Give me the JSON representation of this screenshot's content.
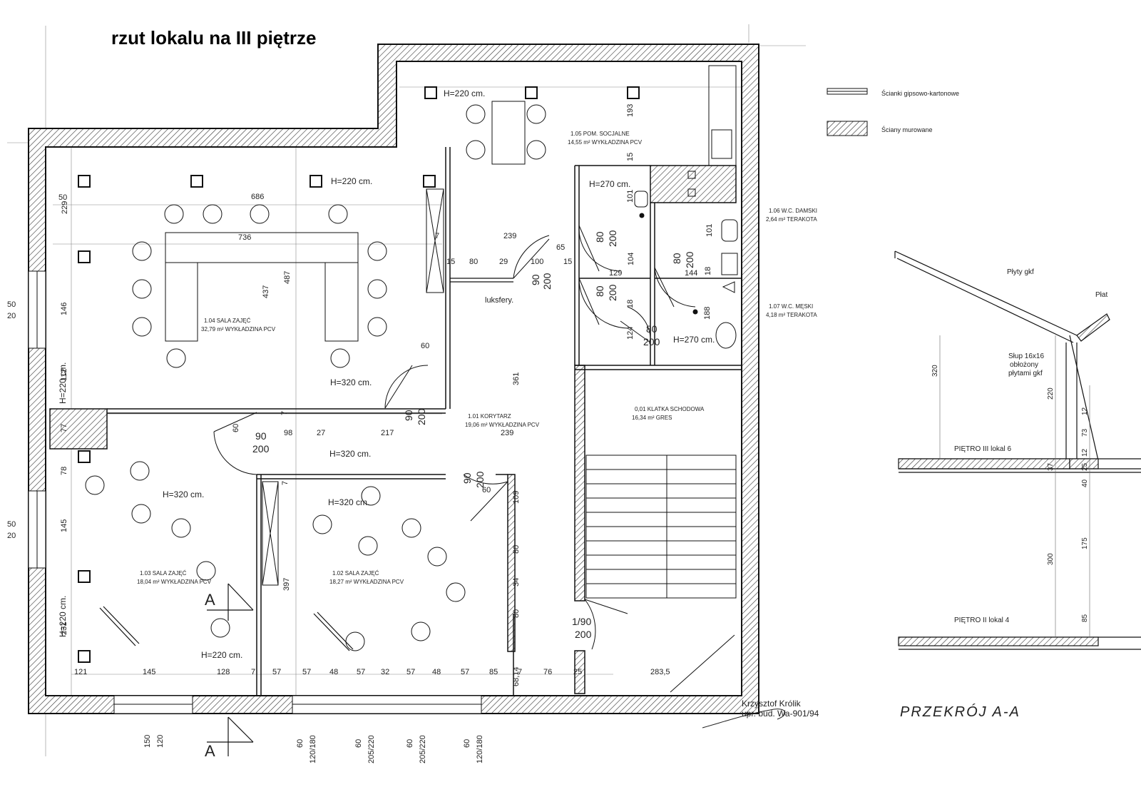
{
  "title": "rzut lokalu na III piętrze",
  "legend": {
    "drywall": "Ścianki gipsowo-kartonowe",
    "masonry": "Ściany murowane"
  },
  "rooms": [
    {
      "id": "104",
      "line1": "1.04  SALA ZAJĘĆ",
      "line2": "32,79 m²  WYKŁADZINA PCV"
    },
    {
      "id": "105",
      "line1": "1.05  POM. SOCJALNE",
      "line2": "14,55 m²  WYKŁADZINA PCV"
    },
    {
      "id": "106",
      "line1": "1.06  W.C. DAMSKI",
      "line2": "2,64 m²  TERAKOTA"
    },
    {
      "id": "107",
      "line1": "1.07  W.C. MĘSKI",
      "line2": "4,18 m²  TERAKOTA"
    },
    {
      "id": "101",
      "line1": "1.01  KORYTARZ",
      "line2": "19,06 m²  WYKŁADZINA PCV"
    },
    {
      "id": "001",
      "line1": "0,01  KLATKA SCHODOWA",
      "line2": "16,34 m²  GRES"
    },
    {
      "id": "103",
      "line1": "1.03  SALA ZAJĘĆ",
      "line2": "18,04 m²  WYKŁADZINA PCV"
    },
    {
      "id": "102",
      "line1": "1.02  SALA ZAJĘĆ",
      "line2": "18,27 m²  WYKŁADZINA PCV"
    }
  ],
  "heights": [
    "H=220 cm.",
    "H=220 cm.",
    "H=270 cm.",
    "H=270 cm.",
    "H=320 cm.",
    "H=320 cm.",
    "H=320 cm.",
    "H=320 cm.",
    "H=220 cm.",
    "H=220 cm.",
    "H=220 cm."
  ],
  "dims": [
    "50",
    "229",
    "686",
    "736",
    "146",
    "437",
    "487",
    "7",
    "239",
    "15",
    "80",
    "29",
    "100",
    "65",
    "15",
    "129",
    "104",
    "144",
    "18",
    "60",
    "112",
    "77",
    "78",
    "145",
    "231",
    "121",
    "145",
    "128",
    "7",
    "57",
    "57",
    "48",
    "57",
    "32",
    "57",
    "48",
    "57",
    "85",
    "7",
    "76",
    "25",
    "283,5",
    "98",
    "27",
    "217",
    "239",
    "7",
    "7",
    "397",
    "109",
    "80",
    "34",
    "80",
    "361",
    "193",
    "15",
    "101",
    "101",
    "188",
    "124",
    "60",
    "60",
    "18",
    "50",
    "20",
    "50",
    "20",
    "150",
    "120",
    "60",
    "120/180",
    "60",
    "205/220",
    "60",
    "205/220",
    "60",
    "120/180",
    "68,14"
  ],
  "doors": [
    "90",
    "200",
    "90",
    "200",
    "80",
    "200",
    "80",
    "200",
    "80",
    "200",
    "80",
    "200",
    "90",
    "200",
    "90",
    "200",
    "90",
    "200",
    "1/90",
    "200"
  ],
  "luksfery": "luksfery.",
  "section_marks": [
    "A",
    "A"
  ],
  "stamp": [
    "Krzysztof Królik",
    "upr. bud. Wa-901/94"
  ],
  "section": {
    "title": "PRZEKRÓJ  A-A",
    "labels": [
      "Płyty gkf",
      "Płat",
      "Słup 16x16",
      "obłożony",
      "płytami gkf",
      "PIĘTRO III  lokal 6",
      "PIĘTRO II  lokal 4"
    ],
    "dims": [
      "320",
      "220",
      "12",
      "73",
      "12",
      "37",
      "40",
      "25",
      "175",
      "300",
      "85"
    ]
  }
}
